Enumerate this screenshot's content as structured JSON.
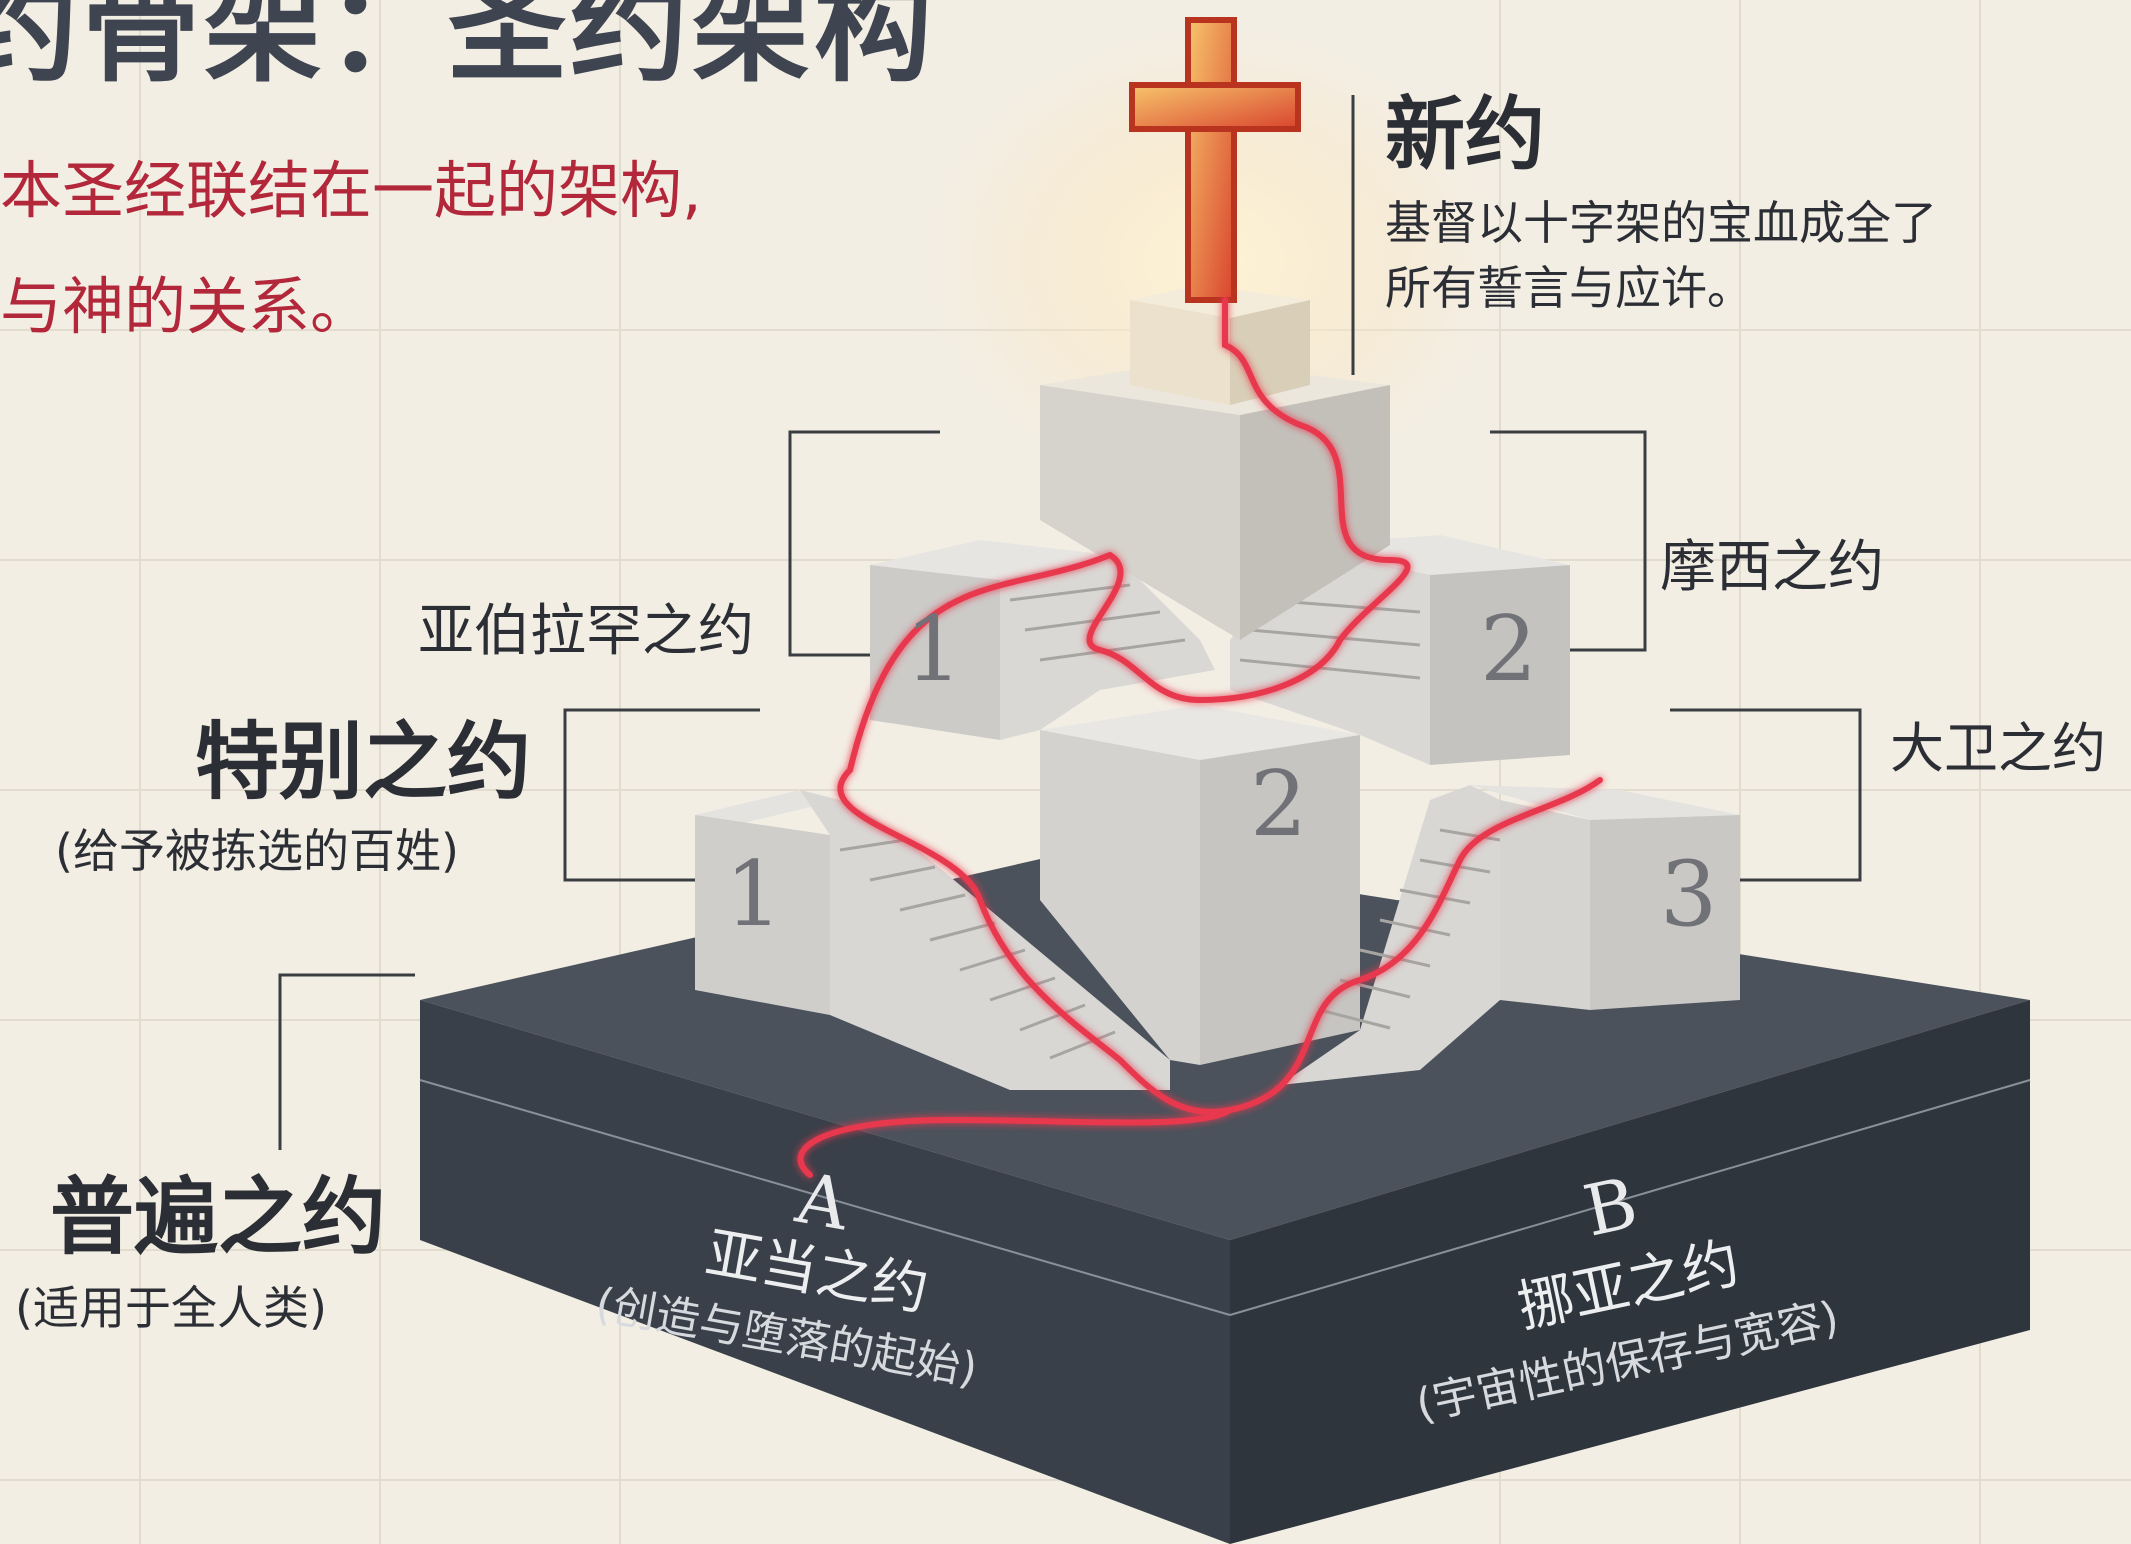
{
  "title": "约骨架：圣约架构",
  "subtitle": {
    "line1": "本圣经联结在一起的架构,",
    "line2": "与神的关系。"
  },
  "new_covenant": {
    "label": "新约",
    "desc_line1": "基督以十字架的宝血成全了",
    "desc_line2": "所有誓言与应许。"
  },
  "abrahamic": {
    "label": "亚伯拉罕之约"
  },
  "mosaic": {
    "label": "摩西之约"
  },
  "davidic": {
    "label": "大卫之约"
  },
  "special": {
    "label": "特别之约",
    "note": "(给予被拣选的百姓)"
  },
  "universal": {
    "label": "普遍之约",
    "note": "(适用于全人类)"
  },
  "base": {
    "a": {
      "letter": "A",
      "label": "亚当之约",
      "note": "(创造与堕落的起始)"
    },
    "b": {
      "letter": "B",
      "label": "挪亚之约",
      "note": "(宇宙性的保存与宽容)"
    }
  },
  "step_numbers": {
    "upper_left": "1",
    "upper_right": "2",
    "lower_left": "1",
    "lower_center": "2",
    "lower_right": "3"
  },
  "colors": {
    "background": "#f3eee4",
    "accent_red": "#d4253a",
    "base_dark": "#3d434c",
    "stone": "#d6d5d2",
    "cross": "#e0503a"
  }
}
